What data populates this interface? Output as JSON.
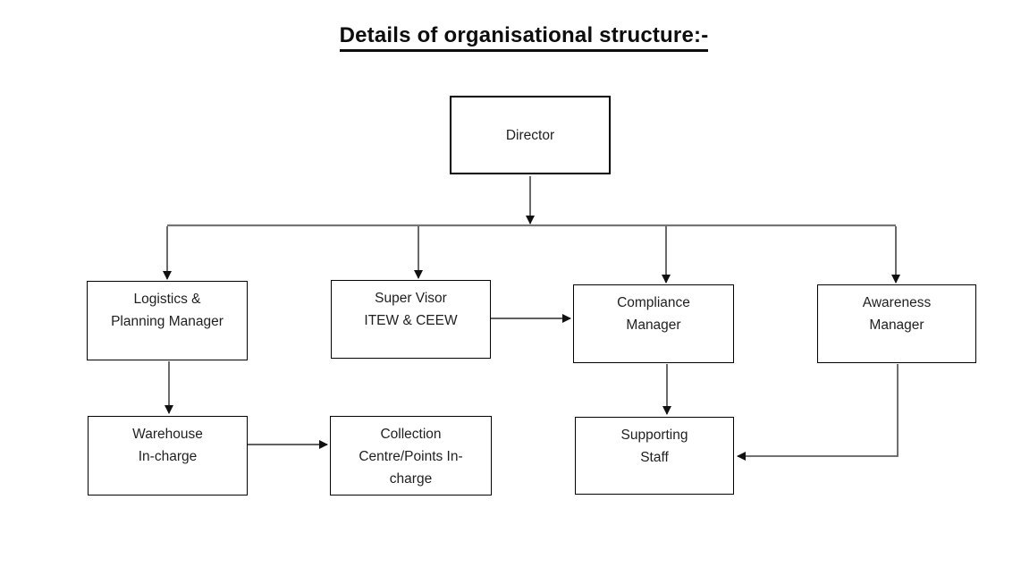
{
  "title": "Details of organisational structure:-",
  "colors": {
    "background": "#ffffff",
    "box_border": "#000000",
    "text": "#1f1f1f",
    "spine_line": "#757575",
    "arrow_line": "#2b2b2b"
  },
  "diagram_type": "org-chart",
  "nodes": {
    "director": {
      "label": "Director",
      "lines": [
        "Director"
      ]
    },
    "logistics": {
      "label": "Logistics & Planning Manager",
      "lines": [
        "Logistics &",
        "Planning Manager"
      ]
    },
    "supervisor": {
      "label": "Super Visor ITEW & CEEW",
      "lines": [
        "Super Visor",
        "ITEW & CEEW"
      ]
    },
    "compliance": {
      "label": "Compliance Manager",
      "lines": [
        "Compliance",
        "Manager"
      ]
    },
    "awareness": {
      "label": "Awareness Manager",
      "lines": [
        "Awareness",
        "Manager"
      ]
    },
    "warehouse": {
      "label": "Warehouse In-charge",
      "lines": [
        "Warehouse",
        "In-charge"
      ]
    },
    "collection": {
      "label": "Collection Centre/Points In-charge",
      "lines": [
        "Collection",
        "Centre/Points In-",
        "charge"
      ]
    },
    "supporting": {
      "label": "Supporting Staff",
      "lines": [
        "Supporting",
        "Staff"
      ]
    }
  },
  "edges": [
    {
      "from": "Director",
      "to": "Logistics & Planning Manager"
    },
    {
      "from": "Director",
      "to": "Super Visor ITEW & CEEW"
    },
    {
      "from": "Director",
      "to": "Compliance Manager"
    },
    {
      "from": "Director",
      "to": "Awareness Manager"
    },
    {
      "from": "Super Visor ITEW & CEEW",
      "to": "Compliance Manager"
    },
    {
      "from": "Logistics & Planning Manager",
      "to": "Warehouse In-charge"
    },
    {
      "from": "Warehouse In-charge",
      "to": "Collection Centre/Points In-charge"
    },
    {
      "from": "Compliance Manager",
      "to": "Supporting Staff"
    },
    {
      "from": "Awareness Manager",
      "to": "Supporting Staff"
    }
  ]
}
